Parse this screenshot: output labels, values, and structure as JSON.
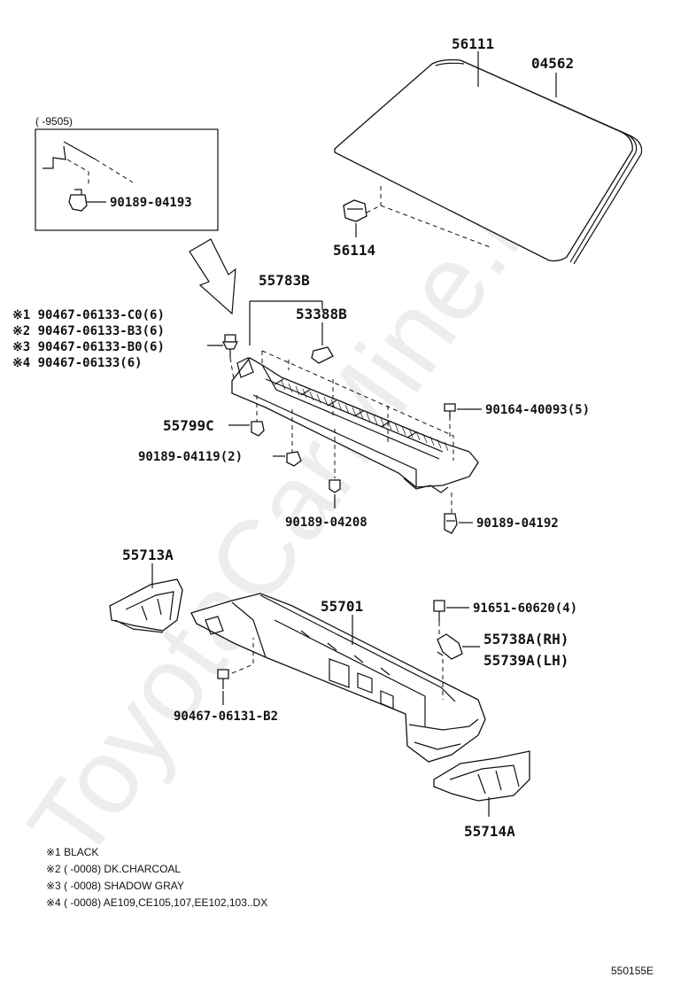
{
  "watermark": "ToyotaCarMine.ru",
  "diagram_id": "550155E",
  "inset": {
    "range_label": "(     -9505)",
    "part": "90189-04193"
  },
  "parts": {
    "p56111": "56111",
    "p04562": "04562",
    "p56114": "56114",
    "p55783B": "55783B",
    "p53388B": "53388B",
    "p90467_c0": "※1 90467-06133-C0(6)",
    "p90467_b3": "※2 90467-06133-B3(6)",
    "p90467_b0": "※3 90467-06133-B0(6)",
    "p90467_plain": "※4 90467-06133(6)",
    "p55799C": "55799C",
    "p90164": "90164-40093(5)",
    "p90189_04119": "90189-04119(2)",
    "p90189_04208": "90189-04208",
    "p90189_04192": "90189-04192",
    "p55713A": "55713A",
    "p55701": "55701",
    "p91651": "91651-60620(4)",
    "p55738A": "55738A(RH)",
    "p55739A": "55739A(LH)",
    "p90467_b2": "90467-06131-B2",
    "p55714A": "55714A"
  },
  "notes": [
    "※1 BLACK",
    "※2 (     -0008) DK.CHARCOAL",
    "※3 (     -0008) SHADOW GRAY",
    "※4 (     -0008) AE109,CE105,107,EE102,103..DX"
  ]
}
